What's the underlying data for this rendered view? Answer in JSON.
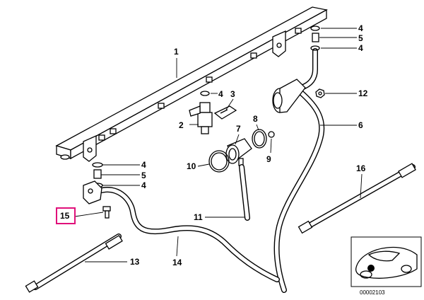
{
  "diagram": {
    "reference_code": "00002103",
    "highlight_color": "#e0107a",
    "callouts": [
      {
        "id": "c1",
        "label": "1"
      },
      {
        "id": "c2",
        "label": "2"
      },
      {
        "id": "c3",
        "label": "3"
      },
      {
        "id": "c4a",
        "label": "4"
      },
      {
        "id": "c4b",
        "label": "4"
      },
      {
        "id": "c4c",
        "label": "4"
      },
      {
        "id": "c4d",
        "label": "4"
      },
      {
        "id": "c4e",
        "label": "4"
      },
      {
        "id": "c5a",
        "label": "5"
      },
      {
        "id": "c5b",
        "label": "5"
      },
      {
        "id": "c6",
        "label": "6"
      },
      {
        "id": "c7",
        "label": "7"
      },
      {
        "id": "c8",
        "label": "8"
      },
      {
        "id": "c9",
        "label": "9"
      },
      {
        "id": "c10",
        "label": "10"
      },
      {
        "id": "c11",
        "label": "11"
      },
      {
        "id": "c12",
        "label": "12"
      },
      {
        "id": "c13",
        "label": "13"
      },
      {
        "id": "c14",
        "label": "14"
      },
      {
        "id": "c15",
        "label": "15",
        "highlighted": true
      },
      {
        "id": "c16",
        "label": "16"
      }
    ]
  }
}
